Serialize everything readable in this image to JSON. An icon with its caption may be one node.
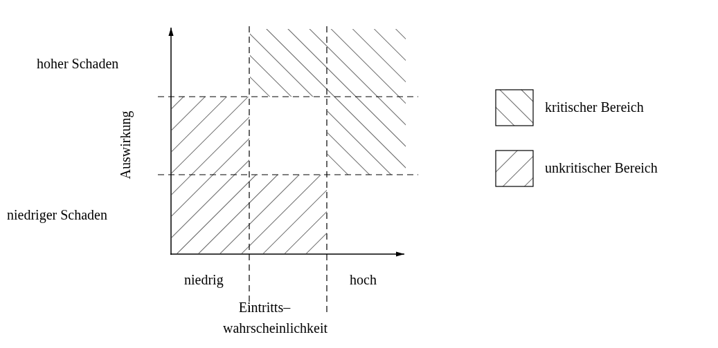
{
  "diagram": {
    "labels": [
      "hoher Schaden",
      "Auswirkung",
      "niedriger Schaden",
      "niedrig",
      "hoch",
      "Eintritts– wahrscheinlichkeit"
    ],
    "legend": [
      {
        "text": "kritischer Bereich"
      },
      {
        "text": "unkritischer Bereich"
      }
    ]
  }
}
